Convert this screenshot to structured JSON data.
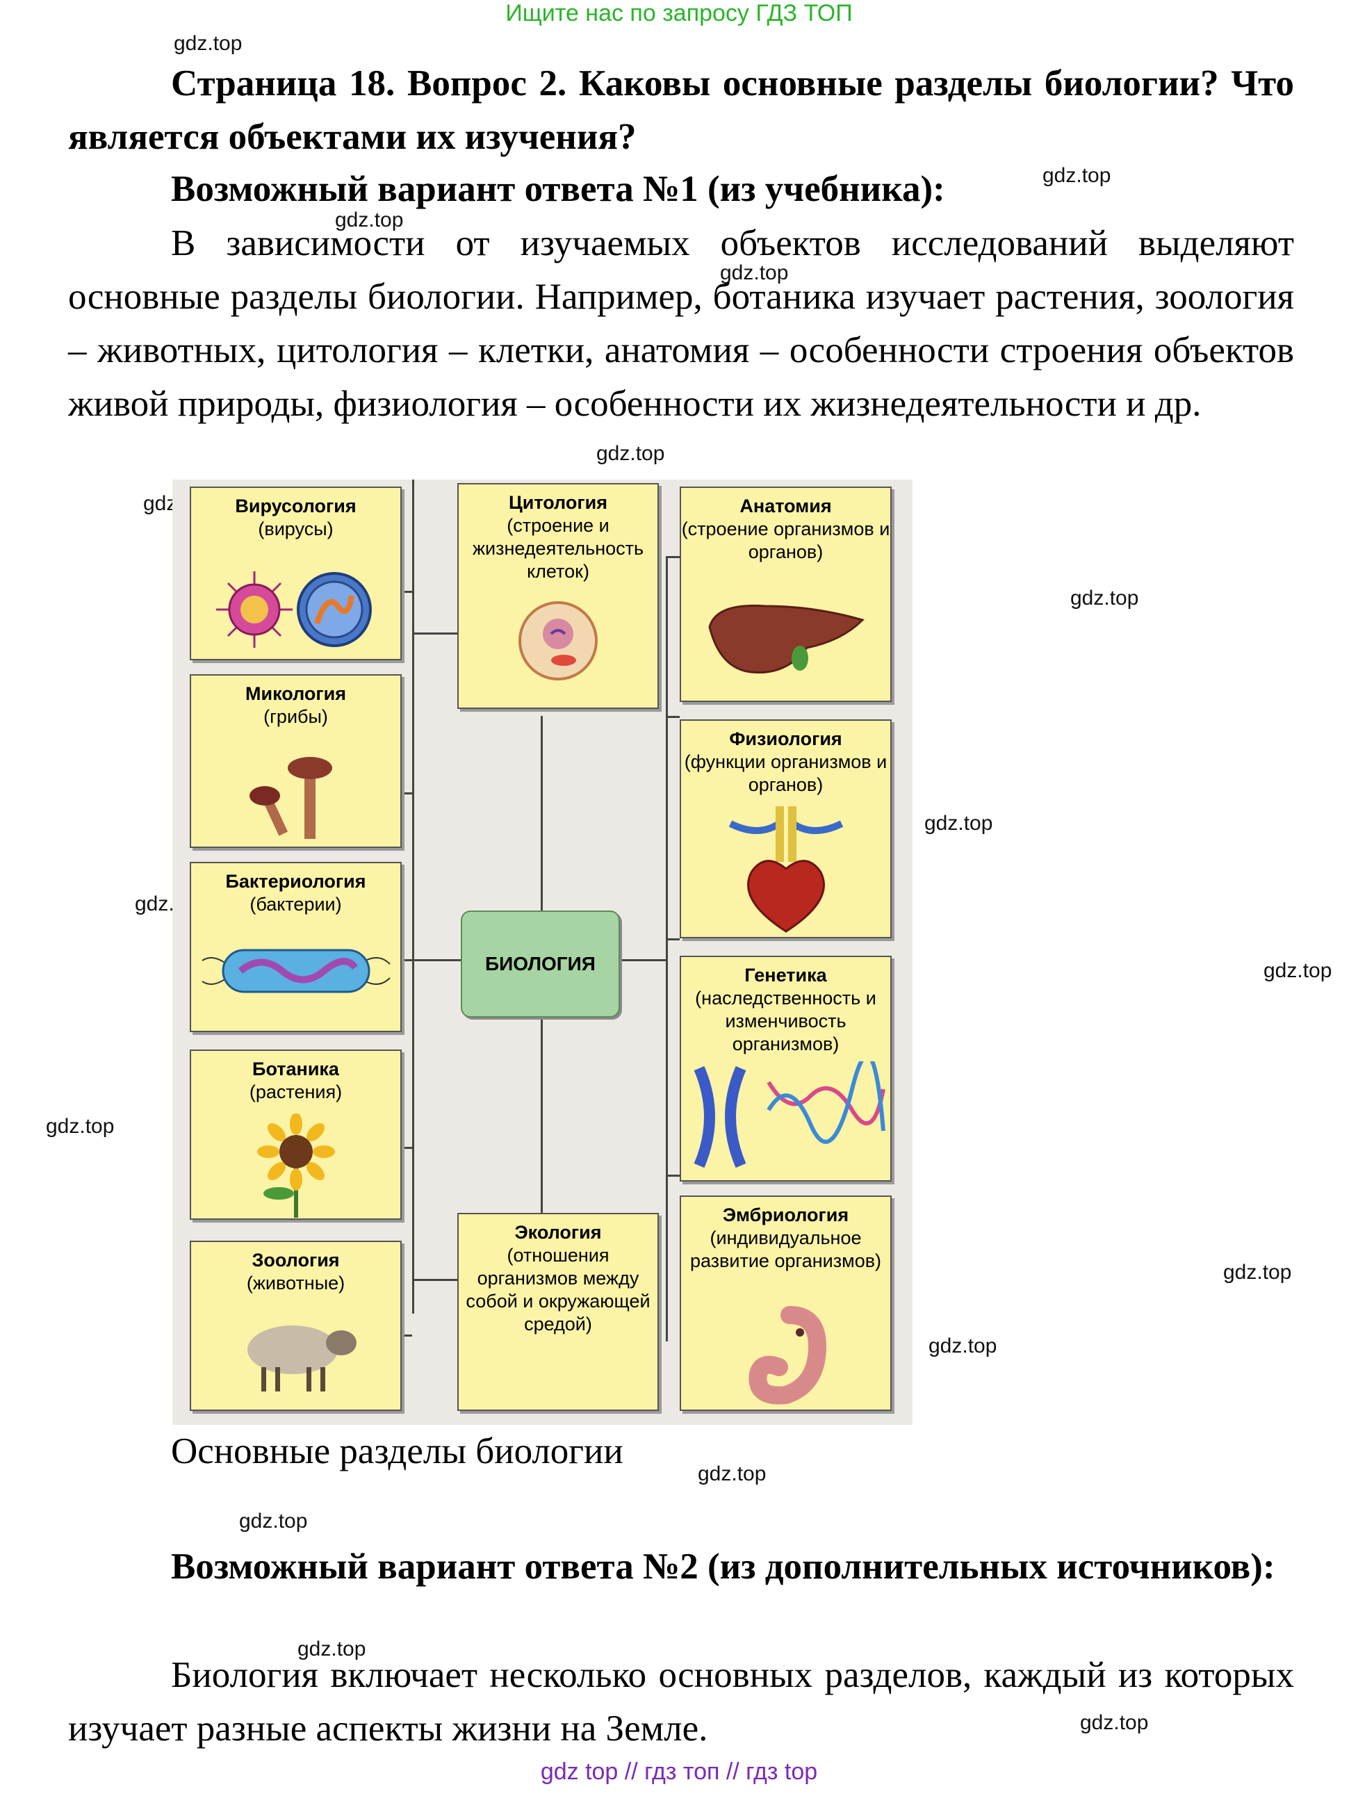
{
  "banner": "Ищите нас по запросу ГДЗ ТОП",
  "watermark": "gdz.top",
  "heading": {
    "question_line": "Страница 18. Вопрос 2. Каковы основные разделы биологии? Что является объектами их изучения?",
    "answer1_title": "Возможный вариант ответа №1 (из учебника):"
  },
  "answer1_text": "В зависимости от изучаемых объектов исследований выделяют основные разделы биологии. Например, ботаника изучает растения, зоология – животных, цитология – клетки, анатомия – особенности строения объектов живой природы, физиология – особенности их жизнедеятельности и др.",
  "diagram": {
    "center": "БИОЛОГИЯ",
    "boxes": {
      "virusology": {
        "title": "Вирусология",
        "sub": "(вирусы)"
      },
      "mycology": {
        "title": "Микология",
        "sub": "(грибы)"
      },
      "bacteriology": {
        "title": "Бактериология",
        "sub": "(бактерии)"
      },
      "botany": {
        "title": "Ботаника",
        "sub": "(растения)"
      },
      "zoology": {
        "title": "Зоология",
        "sub": "(животные)"
      },
      "cytology": {
        "title": "Цитология",
        "sub": "(строение и жизнедеятельность клеток)"
      },
      "ecology": {
        "title": "Экология",
        "sub": "(отношения организмов между собой и окружающей средой)"
      },
      "anatomy": {
        "title": "Анатомия",
        "sub": "(строение организмов и органов)"
      },
      "physiology": {
        "title": "Физиология",
        "sub": "(функции организмов и органов)"
      },
      "genetics": {
        "title": "Генетика",
        "sub": "(наследственность и изменчивость организмов)"
      },
      "embryology": {
        "title": "Эмбриология",
        "sub": "(индивидуальное развитие организмов)"
      }
    }
  },
  "caption": "Основные разделы биологии",
  "answer2_title": "Возможный вариант ответа №2 (из дополнительных источников):",
  "answer2_text": "Биология включает несколько основных разделов, каждый из которых изучает разные аспекты жизни на Земле.",
  "footer": "gdz top  //  гдз топ  //  гдз top"
}
